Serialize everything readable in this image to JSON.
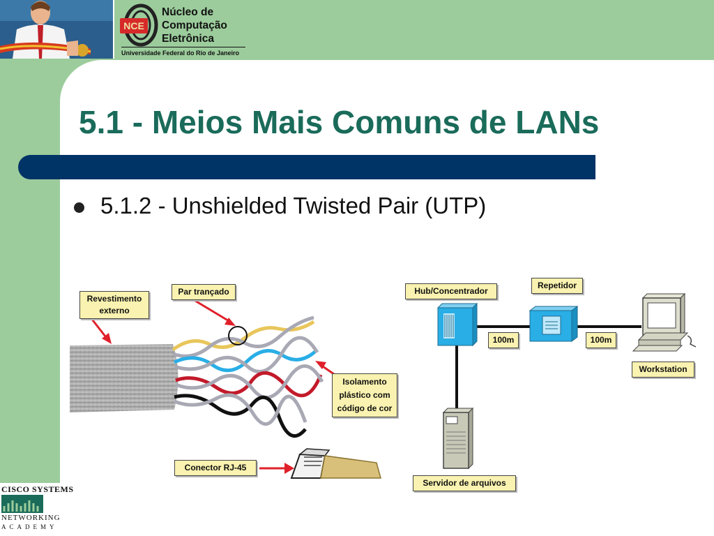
{
  "header": {
    "logo_title": "Núcleo de\nComputação\nEletrônica",
    "logo_subtitle": "Universidade Federal do Rio de Janeiro",
    "logo_mark": "NCE"
  },
  "slide": {
    "title": "5.1 - Meios Mais Comuns de LANs",
    "bullet": "5.1.2 - Unshielded Twisted Pair (UTP)"
  },
  "cable_figure": {
    "labels": {
      "outer_jacket": "Revestimento\nexterno",
      "twisted_pair": "Par trançado",
      "insulation": "Isolamento\nplástico com\ncódigo de cor",
      "connector": "Conector RJ-45"
    },
    "wire_colors": [
      "#e8c65a",
      "#a9a9b5",
      "#29aee6",
      "#a9a9b5",
      "#c21a2a",
      "#a9a9b5",
      "#111111"
    ]
  },
  "network_diagram": {
    "labels": {
      "hub": "Hub/Concentrador",
      "repeater": "Repetidor",
      "workstation": "Workstation",
      "server": "Servidor de arquivos",
      "distance_1": "100m",
      "distance_2": "100m"
    }
  },
  "footer": {
    "company": "CISCO SYSTEMS",
    "program_line1": "NETWORKING",
    "program_line2": "ACADEMY"
  },
  "colors": {
    "sidebar": "#9ccc9c",
    "title_text": "#1a6b5a",
    "title_rule": "#003366",
    "label_bg": "#f9f2b0",
    "device_blue": "#29aee6",
    "arrow_red": "#e0202a"
  }
}
